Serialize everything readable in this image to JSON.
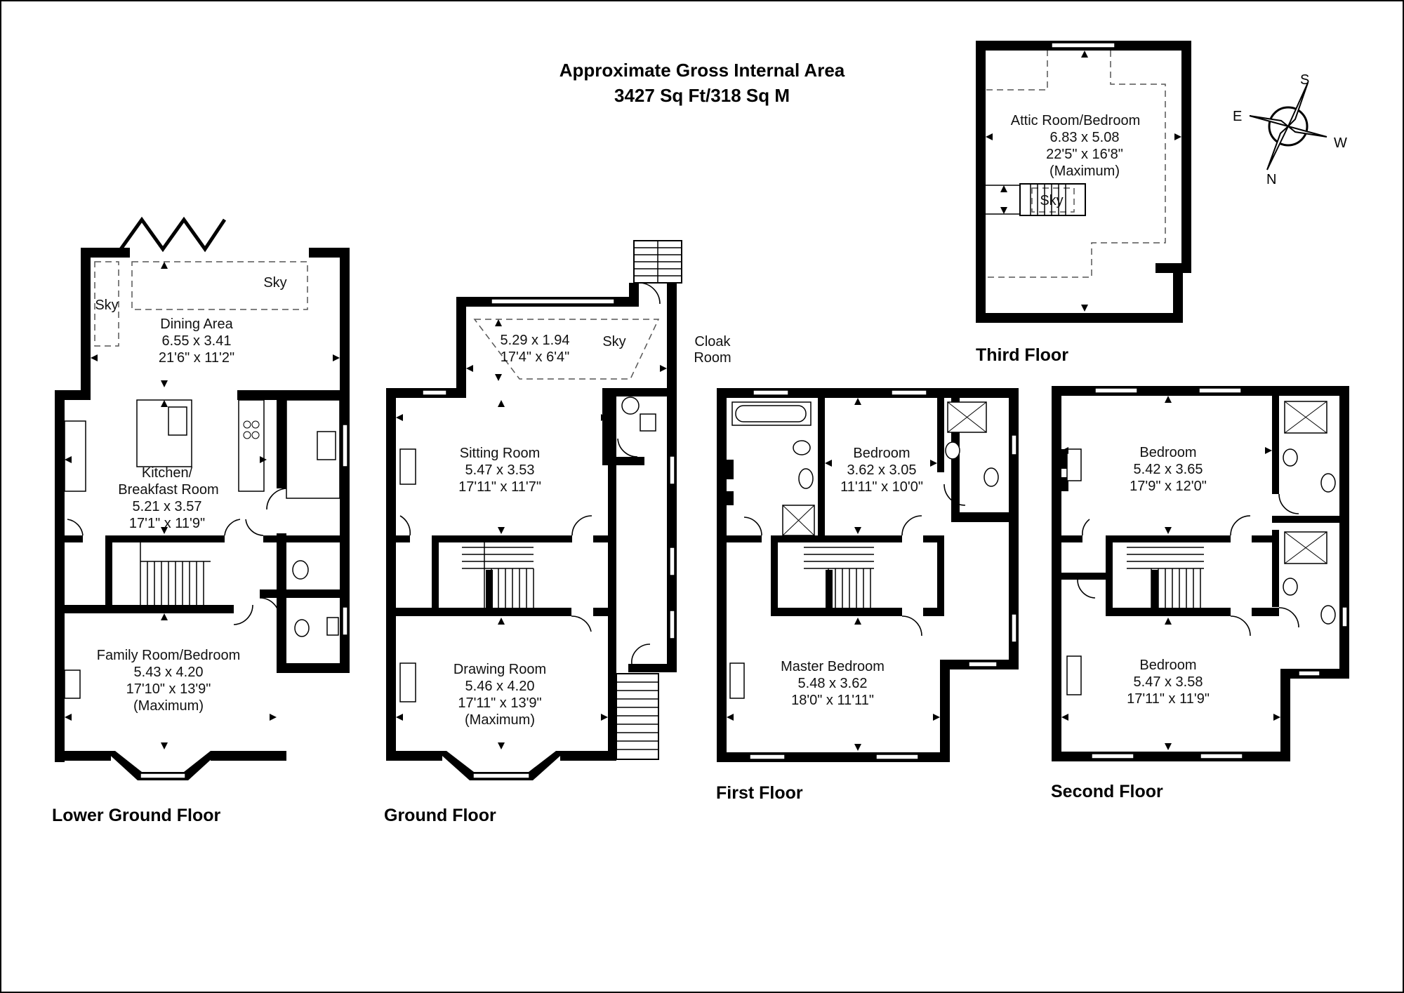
{
  "header": {
    "line1": "Approximate Gross Internal Area",
    "line2": "3427 Sq Ft/318 Sq M"
  },
  "compass": {
    "s": "S",
    "e": "E",
    "w": "W",
    "n": "N"
  },
  "floors": {
    "lower_ground": {
      "label": "Lower Ground Floor",
      "dining": {
        "name": "Dining Area",
        "metric": "6.55 x 3.41",
        "imperial": "21'6\" x 11'2\""
      },
      "sky1": "Sky",
      "sky2": "Sky",
      "kitchen": {
        "name1": "Kitchen/",
        "name2": "Breakfast Room",
        "metric": "5.21 x 3.57",
        "imperial": "17'1\" x 11'9\""
      },
      "family": {
        "name": "Family Room/Bedroom",
        "metric": "5.43 x 4.20",
        "imperial": "17'10\" x 13'9\"",
        "note": "(Maximum)"
      }
    },
    "ground": {
      "label": "Ground Floor",
      "sky_room": {
        "metric": "5.29 x 1.94",
        "imperial": "17'4\" x 6'4\"",
        "sky": "Sky"
      },
      "cloak": {
        "line1": "Cloak",
        "line2": "Room"
      },
      "sitting": {
        "name": "Sitting Room",
        "metric": "5.47 x 3.53",
        "imperial": "17'11\" x 11'7\""
      },
      "drawing": {
        "name": "Drawing Room",
        "metric": "5.46 x 4.20",
        "imperial": "17'11\" x 13'9\"",
        "note": "(Maximum)"
      }
    },
    "first": {
      "label": "First Floor",
      "bedroom": {
        "name": "Bedroom",
        "metric": "3.62 x 3.05",
        "imperial": "11'11\" x 10'0\""
      },
      "master": {
        "name": "Master Bedroom",
        "metric": "5.48 x 3.62",
        "imperial": "18'0\" x 11'11\""
      }
    },
    "second": {
      "label": "Second Floor",
      "bedroom_top": {
        "name": "Bedroom",
        "metric": "5.42 x 3.65",
        "imperial": "17'9\" x 12'0\""
      },
      "bedroom_bottom": {
        "name": "Bedroom",
        "metric": "5.47 x 3.58",
        "imperial": "17'11\" x 11'9\""
      }
    },
    "third": {
      "label": "Third Floor",
      "attic": {
        "name": "Attic Room/Bedroom",
        "metric": "6.83 x 5.08",
        "imperial": "22'5\" x 16'8\"",
        "note": "(Maximum)",
        "sky": "Sky"
      }
    }
  }
}
